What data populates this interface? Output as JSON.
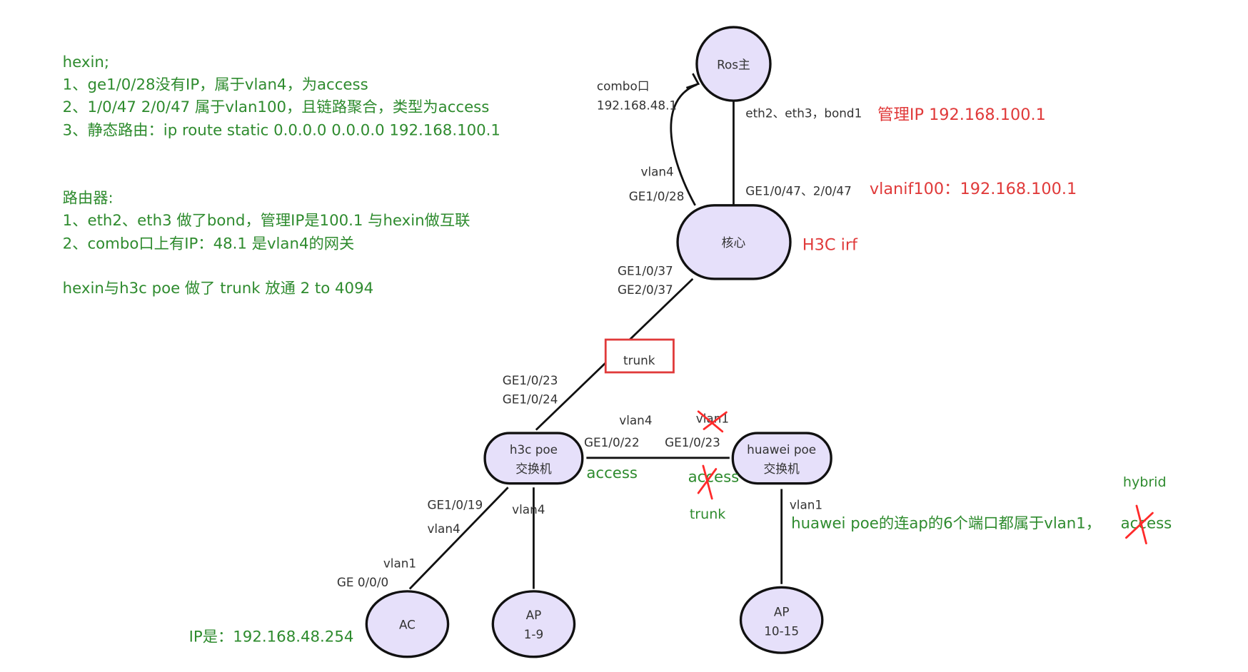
{
  "notes": {
    "hexin_title": "hexin;",
    "hexin_items": [
      "1、ge1/0/28没有IP，属于vlan4，为access",
      "2、1/0/47 2/0/47 属于vlan100，且链路聚合，类型为access",
      "3、静态路由：ip route static 0.0.0.0 0.0.0.0 192.168.100.1"
    ],
    "router_title": "路由器:",
    "router_items": [
      "1、eth2、eth3 做了bond，管理IP是100.1 与hexin做互联",
      "2、combo口上有IP：48.1 是vlan4的网关"
    ],
    "trunk_note": "hexin与h3c poe 做了 trunk 放通 2 to 4094"
  },
  "nodes": {
    "ros": "Ros主",
    "core": "核心",
    "h3c_line1": "h3c poe",
    "h3c_line2": "交换机",
    "huawei_line1": "huawei poe",
    "huawei_line2": "交换机",
    "ac": "AC",
    "ap1_line1": "AP",
    "ap1_line2": "1-9",
    "ap2_line1": "AP",
    "ap2_line2": "10-15"
  },
  "labels": {
    "combo": "combo口",
    "combo_ip": "192.168.48.1",
    "eth_bond": "eth2、eth3，bond1",
    "mgmt_ip": "管理IP 192.168.100.1",
    "vlan4_core": "vlan4",
    "ge1_0_28": "GE1/0/28",
    "ge47": "GE1/0/47、2/0/47",
    "vlanif": "vlanif100：192.168.100.1",
    "h3c_irf": "H3C irf",
    "ge1_0_37": "GE1/0/37",
    "ge2_0_37": "GE2/0/37",
    "trunk_box": "trunk",
    "ge1_0_23_a": "GE1/0/23",
    "ge1_0_24": "GE1/0/24",
    "vlan4_mid": "vlan4",
    "vlan1_crossed": "vlan1",
    "ge1_0_22": "GE1/0/22",
    "ge1_0_23_b": "GE1/0/23",
    "access_left": "access",
    "access_crossed": "access",
    "trunk_green": "trunk",
    "ge1_0_19": "GE1/0/19",
    "vlan4_ac": "vlan4",
    "vlan4_ap": "vlan4",
    "vlan1_ac": "vlan1",
    "ge0_0_0": "GE 0/0/0",
    "ac_ip": "IP是：192.168.48.254",
    "vlan1_huawei": "vlan1",
    "huawei_note": "huawei poe的连ap的6个端口都属于vlan1，",
    "access_crossed_right": "access",
    "hybrid": "hybrid"
  },
  "colors": {
    "note_green": "#2e8b2e",
    "annotation_red": "#e03a3a",
    "node_fill": "#e6e0fa"
  }
}
